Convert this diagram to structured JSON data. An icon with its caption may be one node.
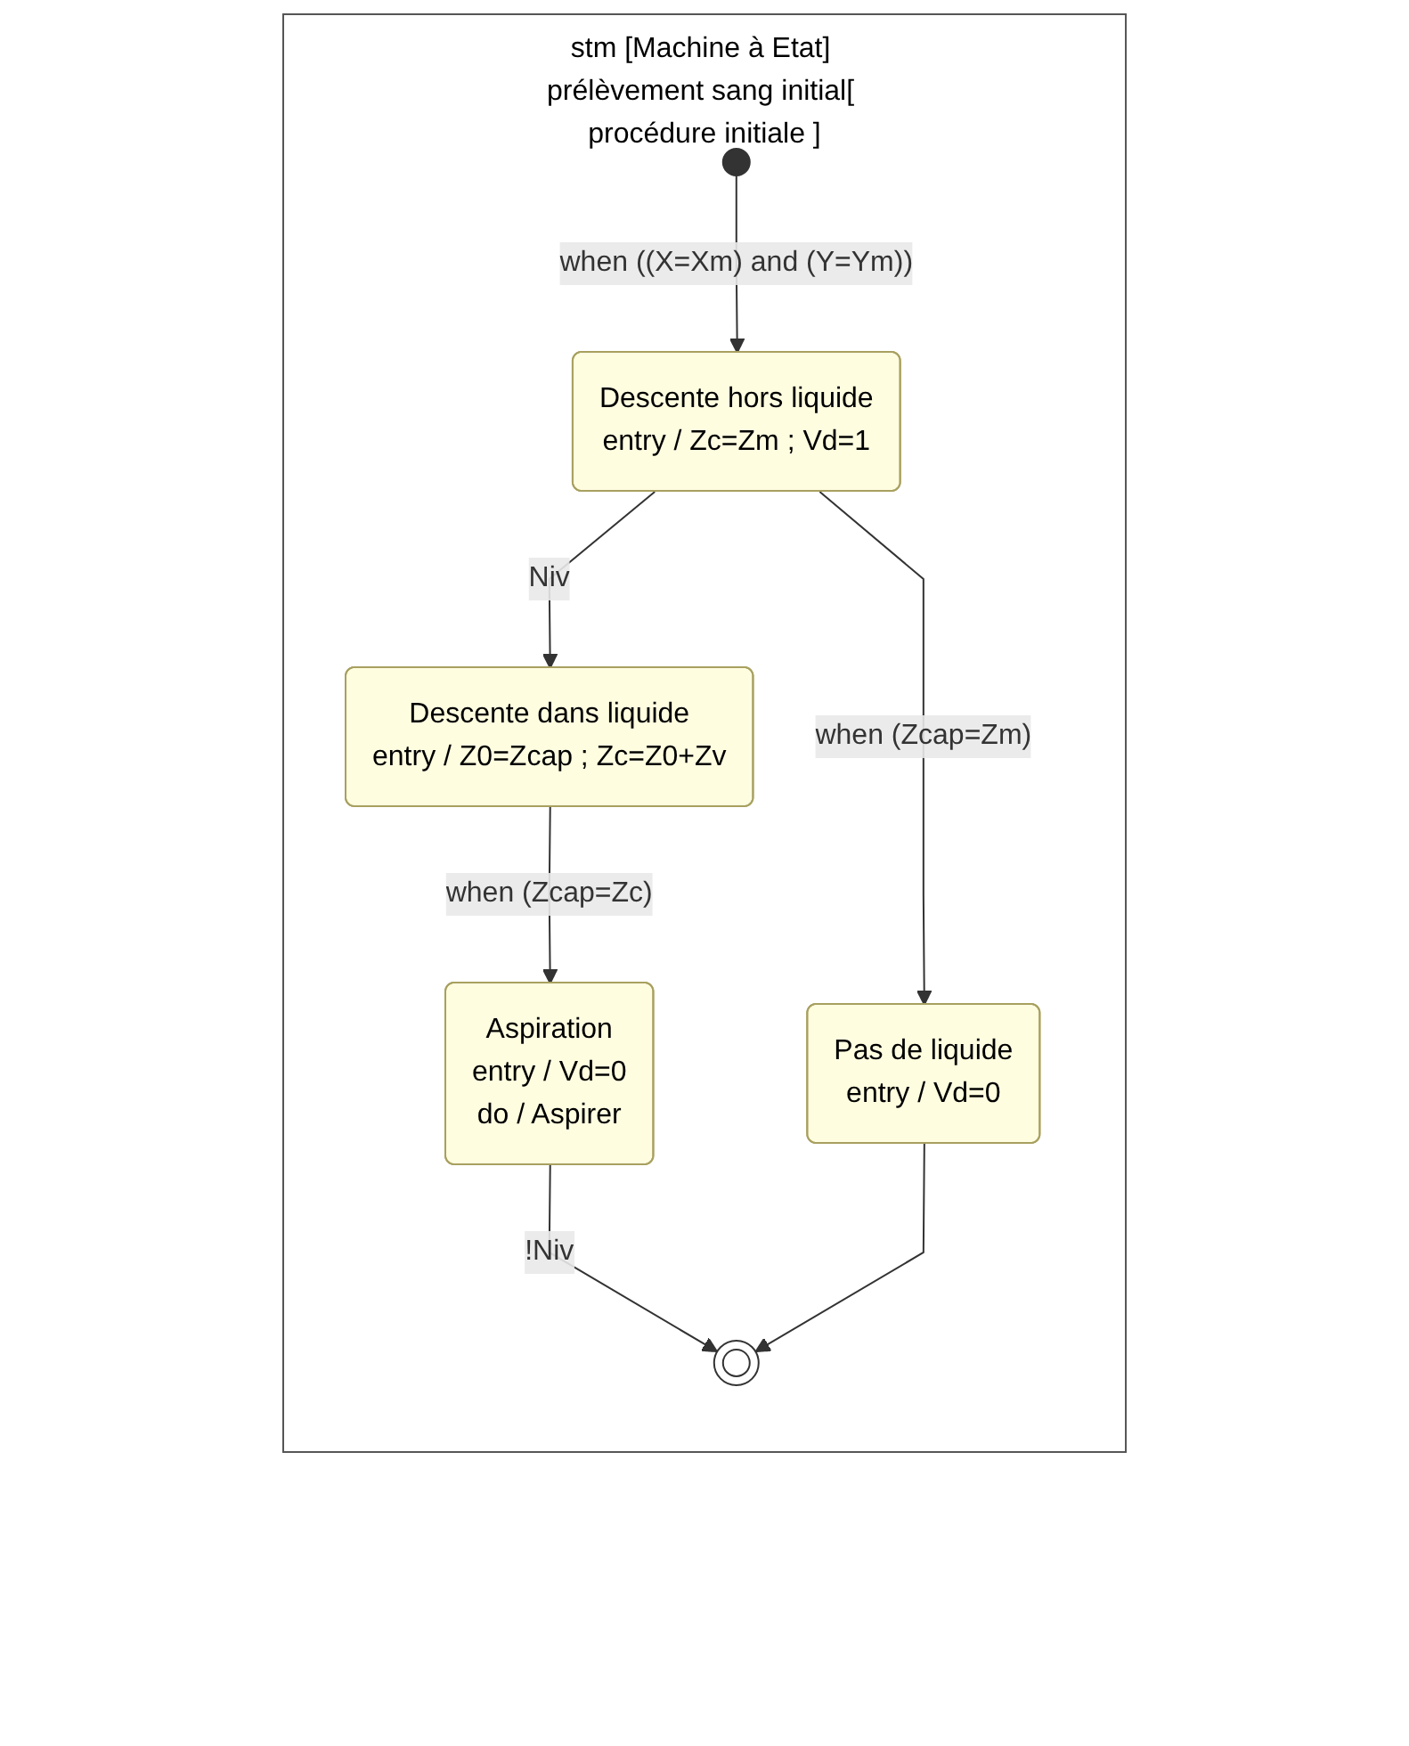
{
  "diagram": {
    "nodes": [
      {
        "text": [
          "stm [Machine à Etat] prélèvement sang initial[ procédure initiale ]"
        ]
      },
      {
        "text": [],
        "shape": "circle",
        "in": 0
      },
      {
        "text": [
          "Descente hors liquide",
          "entry / Zc=Zm ; Vd=1"
        ],
        "in": 0
      },
      {
        "text": [
          "Descente dans liquide",
          "entry / Z0=Zcap ; Zc=Z0+Zv"
        ],
        "in": 0
      },
      {
        "text": [
          "Pas de liquide",
          "entry / Vd=0"
        ],
        "in": 0
      },
      {
        "text": [
          "Aspiration",
          "entry / Vd=0",
          "do / Aspirer"
        ],
        "in": 0
      },
      {
        "text": [],
        "shape": "circle",
        "in": 0
      }
    ],
    "edges": [
      {
        "from": 1,
        "to": 2,
        "arrow": "to",
        "label": "when ((X=Xm) and (Y=Ym))"
      },
      {
        "from": 2,
        "to": 4,
        "arrow": "to",
        "label": "when (Zcap=Zm)"
      },
      {
        "from": 2,
        "to": 3,
        "arrow": "to",
        "label": "Niv"
      },
      {
        "from": 3,
        "to": 5,
        "arrow": "to",
        "label": "when (Zcap=Zc)"
      },
      {
        "from": 5,
        "to": 6,
        "arrow": "to",
        "label": "!Niv"
      },
      {
        "from": 4,
        "to": 6,
        "arrow": "to"
      }
    ]
  }
}
